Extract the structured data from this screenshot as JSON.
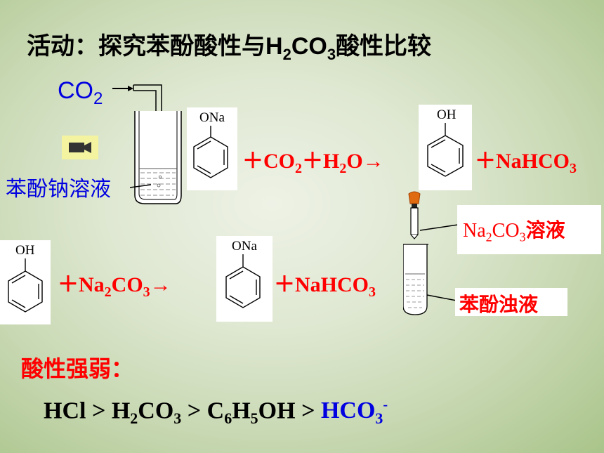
{
  "title": {
    "prefix": "活动：探究苯酚酸性与",
    "h2co3_h": "H",
    "h2co3_2": "2",
    "h2co3_co": "CO",
    "h2co3_3": "3",
    "suffix": "酸性比较"
  },
  "apparatus": {
    "co2_text": "CO",
    "co2_sub": "2",
    "solution_label": "苯酚钠溶液"
  },
  "molecules": {
    "ona": "ONa",
    "oh": "OH"
  },
  "reaction1": {
    "p1": "＋CO",
    "s1": "2",
    "p2": "＋H",
    "s2": "2",
    "p3": "O→",
    "p4": "＋Na",
    "p5": "H",
    "p6": "CO",
    "s3": "3"
  },
  "reaction2": {
    "p1": "＋Na",
    "s1": "2",
    "p2": "CO",
    "s2": "3",
    "p3": "→",
    "p4": "＋NaHCO",
    "s3": "3"
  },
  "labels": {
    "na2co3_na": "Na",
    "na2co3_s1": "2",
    "na2co3_co": "CO",
    "na2co3_s2": "3",
    "na2co3_solution": "溶液",
    "phenol_turbid": "苯酚浊液"
  },
  "acidity": {
    "title": "酸性强弱：",
    "a1": "HCl",
    "gt": " > ",
    "a2_h": "H",
    "a2_s1": "2",
    "a2_co": "CO",
    "a2_s2": "3",
    "a3_c": "C",
    "a3_s1": "6",
    "a3_h": "H",
    "a3_s2": "5",
    "a3_oh": "OH",
    "a4": "HCO",
    "a4_sub": "3",
    "a4_sup": "-"
  },
  "colors": {
    "blue": "#0000e0",
    "red": "#ff0000",
    "background": "#dfe8d2"
  }
}
